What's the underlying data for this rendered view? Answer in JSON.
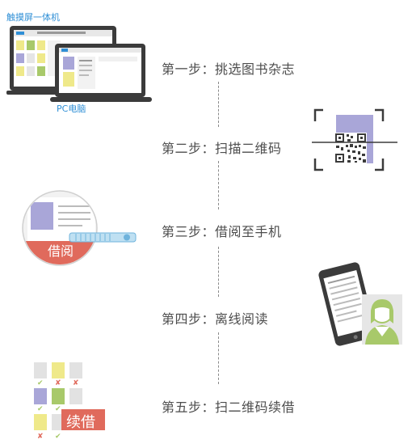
{
  "device_labels": {
    "touchscreen": "触摸屏一体机",
    "pc": "PC电脑"
  },
  "steps": [
    {
      "text": "第一步：挑选图书杂志"
    },
    {
      "text": "第二步：扫描二维码"
    },
    {
      "text": "第三步：借阅至手机"
    },
    {
      "text": "第四步：离线阅读"
    },
    {
      "text": "第五步：扫二维码续借"
    }
  ],
  "badges": {
    "borrow": "借阅",
    "renew": "续借"
  },
  "colors": {
    "accent_red": "#e06a5c",
    "lavender": "#a9a6d8",
    "green": "#a8c96a",
    "yellow": "#efe98a",
    "blue": "#2f8fd6",
    "dark": "#3b3b3b"
  }
}
